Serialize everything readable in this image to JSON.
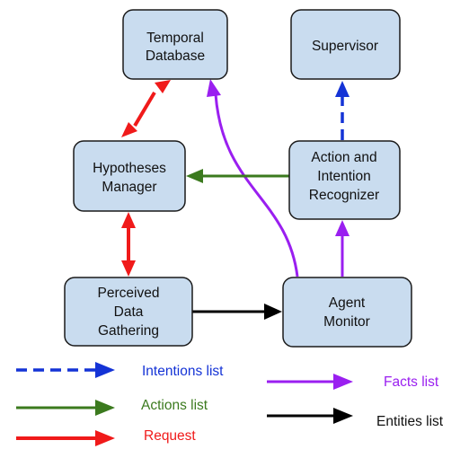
{
  "colors": {
    "node_fill": "#c9dcef",
    "node_border": "#1a1a1a",
    "intentions": "#1433d6",
    "actions": "#3b7a1e",
    "request": "#f01a1a",
    "facts": "#9a1ff0",
    "entities": "#000000"
  },
  "nodes": {
    "temporal_db": {
      "line1": "Temporal",
      "line2": "Database"
    },
    "supervisor": {
      "line1": "Supervisor"
    },
    "hypotheses": {
      "line1": "Hypotheses",
      "line2": "Manager"
    },
    "recognizer": {
      "line1": "Action and",
      "line2": "Intention",
      "line3": "Recognizer"
    },
    "perceived": {
      "line1": "Perceived",
      "line2": "Data",
      "line3": "Gathering"
    },
    "agent_monitor": {
      "line1": "Agent",
      "line2": "Monitor"
    }
  },
  "legend": {
    "intentions": "Intentions list",
    "actions": "Actions list",
    "request": "Request",
    "facts": "Facts list",
    "entities": "Entities list"
  }
}
